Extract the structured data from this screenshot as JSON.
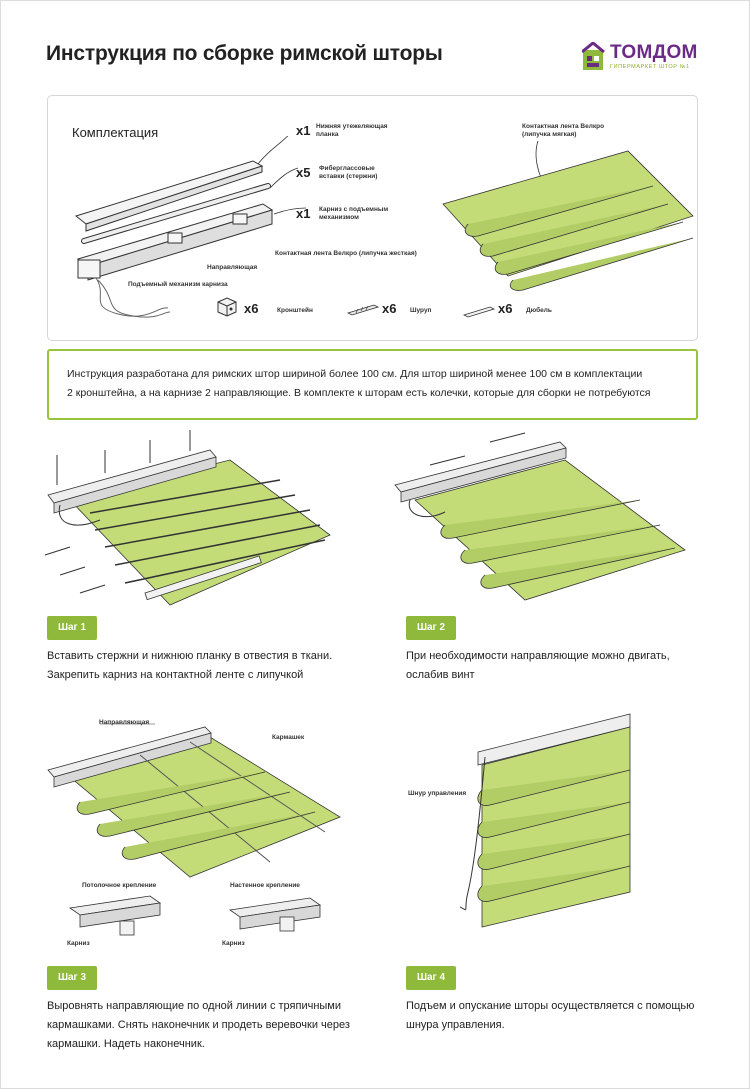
{
  "title": "Инструкция по сборке римской шторы",
  "logo": {
    "name": "ТОМДОМ",
    "subtitle": "ГИПЕРМАРКЕТ ШТОР №1"
  },
  "kit": {
    "heading": "Комплектация",
    "items": {
      "bottom_bar": {
        "qty": "x1",
        "label_line1": "Нижняя утежеляющая",
        "label_line2": "планка"
      },
      "rods": {
        "qty": "x5",
        "label_line1": "Фиберглассовые",
        "label_line2": "вставки (стержни)"
      },
      "cornice": {
        "qty": "x1",
        "label_line1": "Карниз с подъемным",
        "label_line2": "механизмом"
      },
      "velcro_hard": "Контактная лента Велкро (липучка жесткая)",
      "guide": "Направляющая",
      "lift": "Подъемный механизм карниза",
      "velcro_soft_line1": "Контактная лента Велкро",
      "velcro_soft_line2": "(липучка мягкая)",
      "bracket": {
        "qty": "x6",
        "label": "Кронштейн"
      },
      "screw": {
        "qty": "x6",
        "label": "Шуруп"
      },
      "dowel": {
        "qty": "x6",
        "label": "Дюбель"
      }
    }
  },
  "note": {
    "line1": "Инструкция разработана для римских штор шириной более 100 см. Для штор шириной менее 100 см в комплектации",
    "line2": "2 кронштейна, а на карнизе 2 направляющие. В комплекте к шторам есть колечки, которые для сборки не потребуются"
  },
  "steps": [
    {
      "badge": "Шаг 1",
      "line1": "Вставить стержни и нижнюю планку в отвестия в ткани.",
      "line2": "Закрепить карниз на контактной ленте с липучкой",
      "line3": ""
    },
    {
      "badge": "Шаг 2",
      "line1": "При необходимости направляющие можно двигать,",
      "line2": "ослабив винт",
      "line3": ""
    },
    {
      "badge": "Шаг 3",
      "line1": "Выровнять направляющие по одной линии с тряпичными",
      "line2": "кармашками. Снять наконечник и продеть веревочки через",
      "line3": "кармашки. Надеть наконечник."
    },
    {
      "badge": "Шаг 4",
      "line1": "Подъем и опускание шторы осуществляется с помощью",
      "line2": "шнура управления.",
      "line3": ""
    }
  ],
  "step3_labels": {
    "guide": "Направляющая",
    "pocket": "Кармашек",
    "ceiling": "Потолочное крепление",
    "wall": "Настенное крепление",
    "cornice_a": "Карниз",
    "cornice_b": "Карниз"
  },
  "step4_labels": {
    "cord": "Шнур управления"
  },
  "colors": {
    "fabric": "#c3dc78",
    "fabric_dark": "#a8c455",
    "accent": "#8fb93a",
    "logo": "#6b2a86",
    "outline": "#333333"
  }
}
